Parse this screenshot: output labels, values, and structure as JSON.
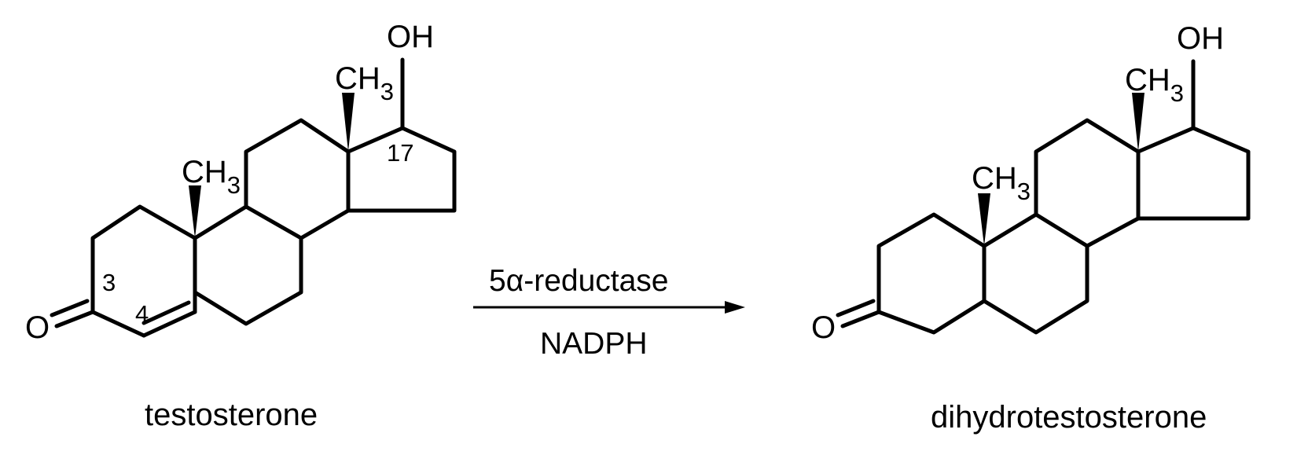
{
  "reaction": {
    "reactant": {
      "name": "testosterone",
      "oh": "OH",
      "ch3_c18": {
        "main": "CH",
        "sub": "3"
      },
      "ch3_c19": {
        "main": "CH",
        "sub": "3"
      },
      "oxygen": "O",
      "numbers": {
        "c3": "3",
        "c4": "4",
        "c17": "17"
      }
    },
    "arrow": {
      "enzyme": "5α-reductase",
      "cofactor": "NADPH"
    },
    "product": {
      "name": "dihydrotestosterone",
      "oh": "OH",
      "ch3_c18": {
        "main": "CH",
        "sub": "3"
      },
      "ch3_c19": {
        "main": "CH",
        "sub": "3"
      },
      "oxygen": "O"
    }
  }
}
